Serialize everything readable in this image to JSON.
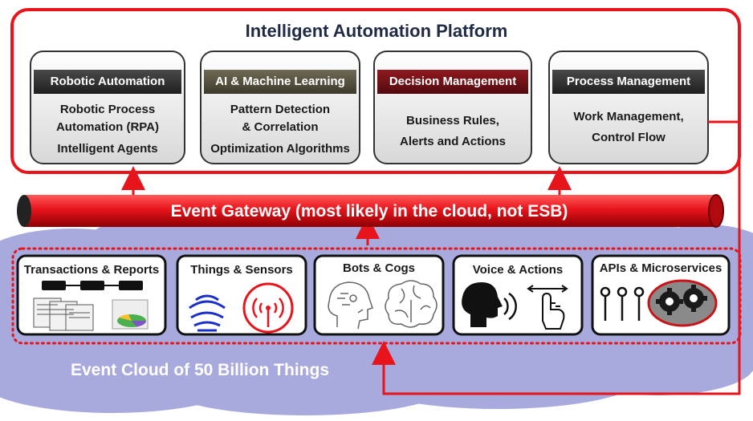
{
  "platform": {
    "title": "Intelligent Automation Platform",
    "capabilities": [
      {
        "title": "Robotic Automation",
        "lines": [
          "Robotic Process",
          "Automation (RPA)",
          "Intelligent Agents"
        ]
      },
      {
        "title": "AI & Machine Learning",
        "lines": [
          "Pattern Detection",
          "& Correlation",
          "Optimization Algorithms"
        ]
      },
      {
        "title": "Decision Management",
        "lines": [
          "Business Rules,",
          "Alerts and Actions"
        ]
      },
      {
        "title": "Process Management",
        "lines": [
          "Work Management,",
          "Control Flow"
        ]
      }
    ]
  },
  "gateway": {
    "label": "Event Gateway (most likely in the cloud, not ESB)"
  },
  "sources": [
    {
      "title": "Transactions & Reports"
    },
    {
      "title": "Things & Sensors"
    },
    {
      "title": "Bots & Cogs"
    },
    {
      "title": "Voice & Actions"
    },
    {
      "title": "APIs & Microservices"
    }
  ],
  "cloud": {
    "label": "Event Cloud of 50 Billion Things"
  },
  "colors": {
    "red": "#e8141c",
    "dark_header": "#2c2c2c",
    "olive_header": "#4e4a38",
    "maroon_header": "#6b0f14",
    "cloud": "#a8a9dc",
    "title_text": "#1f2a44"
  },
  "icons": [
    "document-stack-icon",
    "pie-chart-icon",
    "broadcast-wave-icon",
    "antenna-signal-icon",
    "robot-head-icon",
    "brain-icon",
    "speaking-head-icon",
    "swipe-hand-icon",
    "api-pins-icon",
    "gears-icon"
  ]
}
